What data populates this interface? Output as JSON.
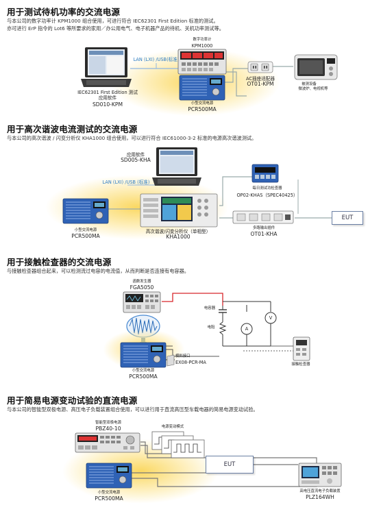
{
  "sections": [
    {
      "title": "用于测试待机功率的交流电源",
      "desc_line1": "与本公司的数字功率计 KPM1000 组合使用，可进行符合 IEC62301 First Edition 标准的测试。",
      "desc_line2": "亦可进行 ErP 指令的 Lot6 等所要求的家用／办公用电气、电子机器产品的待机、关机功率测试等。",
      "labels": {
        "meter_name": "数字功率计",
        "meter_model": "KPM1000",
        "link": "LAN (LXI) /USB(标准)",
        "software_l1": "IEC62301 First Edition 测试",
        "software_l2": "应用软件",
        "software_model": "SD010-KPM",
        "psu_name": "小型交流电源",
        "psu_model": "PCR500MA",
        "socket_name": "AC插座适配器",
        "socket_model": "OT01-KPM",
        "dut_l1": "被测设备",
        "dut_l2": "微波炉、电视机等"
      }
    },
    {
      "title": "用于高次谐波电流测试的交流电源",
      "desc_line1": "与本公司的高次谐波 / 闪变分析仪 KHA1000 组合使用，可以进行符合 IEC61000-3-2 标准的电源高次谐波测试。",
      "labels": {
        "software_name": "应用软件",
        "software_model": "SD005-KHA",
        "link": "LAN (LXI) /USB (标准)",
        "flicker_name": "每日测试功检查器",
        "flicker_model": "OP02-KHAS（SPEC40425）",
        "analyzer_name": "高次谐波/闪变分析仪（单相型）",
        "analyzer_model": "KHA1000",
        "psu_name": "小型交流电源",
        "psu_model": "PCR500MA",
        "outlet_name": "多路输出插件",
        "outlet_model": "OT01-KHA",
        "eut": "EUT"
      }
    },
    {
      "title": "用于接触检查器的交流电源",
      "desc_line1": "与接触检查器组合起来，可以检测流过电容的电流值，从而判断是否连接有电容器。",
      "labels": {
        "gen_name": "函数发生器",
        "gen_model": "FGA5050",
        "capacitor": "电容器",
        "resistor": "电阻",
        "voltmeter": "V",
        "ammeter": "A",
        "checker": "接触检查器",
        "interface_name": "模拟接口",
        "interface_model": "EX08-PCR-MA",
        "psu_name": "小型交流电源",
        "psu_model": "PCR500MA"
      }
    },
    {
      "title": "用于简易电源变动试验的直流电源",
      "desc_line1": "与本公司的智能型双极电源、高压电子负载装置组合使用，可以进行用于直流高压型车载电器的简易电源变动试验。",
      "labels": {
        "bipolar_name": "智能型双极电源",
        "bipolar_model": "PBZ40-10",
        "pattern": "电源变动模式",
        "eut": "EUT",
        "psu_name": "小型交流电源",
        "psu_model": "PCR500MA",
        "load_name": "高电压直流电子负载装置",
        "load_model": "PLZ164WH"
      }
    }
  ],
  "colors": {
    "link_blue": "#2a7bc4",
    "glow_yellow": "#fad65a",
    "wire_red": "#d8262b",
    "psu_blue": "#2f62b5"
  }
}
